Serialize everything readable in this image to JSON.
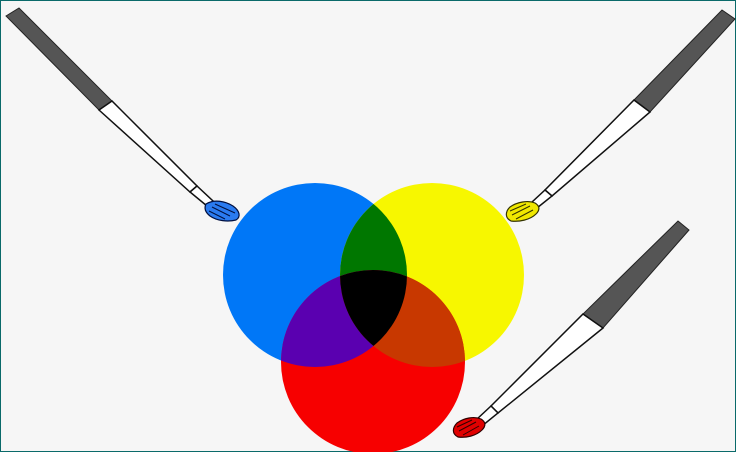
{
  "illustration": {
    "type": "subtractive color mixing diagram",
    "circles": [
      {
        "name": "blue",
        "color": "#0077f7"
      },
      {
        "name": "yellow",
        "color": "#f7f700"
      },
      {
        "name": "red",
        "color": "#f70000"
      }
    ],
    "overlaps": {
      "blue_yellow": "#007700",
      "blue_red": "#5a00b0",
      "yellow_red": "#c83800",
      "all_three": "#000000"
    },
    "brushes": [
      {
        "name": "blue-brush",
        "bristle_color": "#2a7bf0"
      },
      {
        "name": "yellow-brush",
        "bristle_color": "#f0e800"
      },
      {
        "name": "red-brush",
        "bristle_color": "#e00000"
      }
    ]
  }
}
